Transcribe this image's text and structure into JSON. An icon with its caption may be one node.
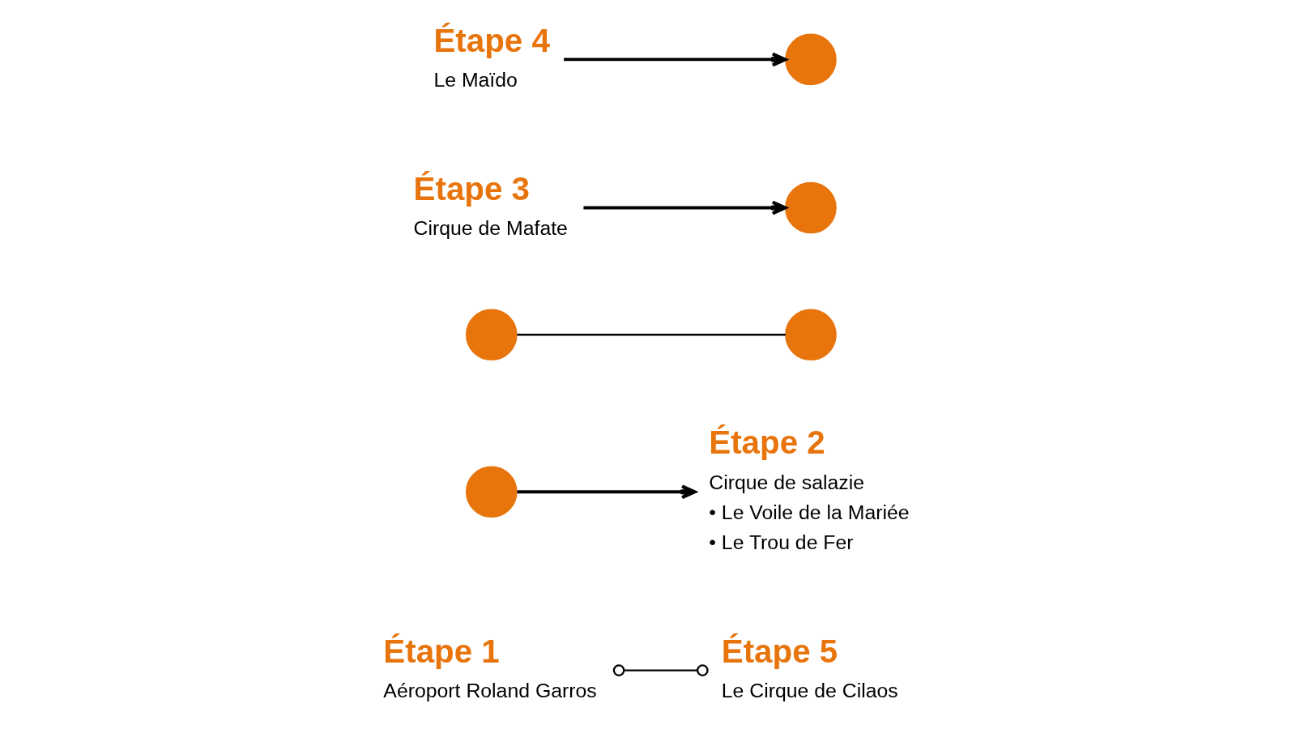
{
  "diagram": {
    "nodes": [
      {
        "text": [
          "Étape 1",
          "Aéroport Roland Garros"
        ]
      },
      {
        "text": [],
        "shape": "circle"
      },
      {
        "text": [
          "Étape 2",
          "Cirque de salazie",
          "• Le Voile de la Mariée",
          "• Le Trou de Fer"
        ]
      },
      {
        "text": [],
        "shape": "circle"
      },
      {
        "text": [
          "Étape 3",
          "Cirque de Mafate"
        ]
      },
      {
        "text": [],
        "shape": "circle"
      },
      {
        "text": [
          "Étape 4",
          "Le Maïdo"
        ]
      },
      {
        "text": [],
        "shape": "circle"
      },
      {
        "text": [
          "Étape 5",
          "Le Cirque de Cilaos"
        ]
      },
      {
        "text": [],
        "shape": "circle"
      }
    ],
    "edges": [
      {
        "from": 1,
        "to": 2,
        "arrow": "to"
      },
      {
        "from": 3,
        "to": 5,
        "arrow": "none"
      },
      {
        "from": 4,
        "to": 7,
        "arrow": "to"
      },
      {
        "from": 6,
        "to": 9,
        "arrow": "to"
      },
      {
        "from": 0,
        "to": 8,
        "arrow": "other"
      }
    ]
  }
}
